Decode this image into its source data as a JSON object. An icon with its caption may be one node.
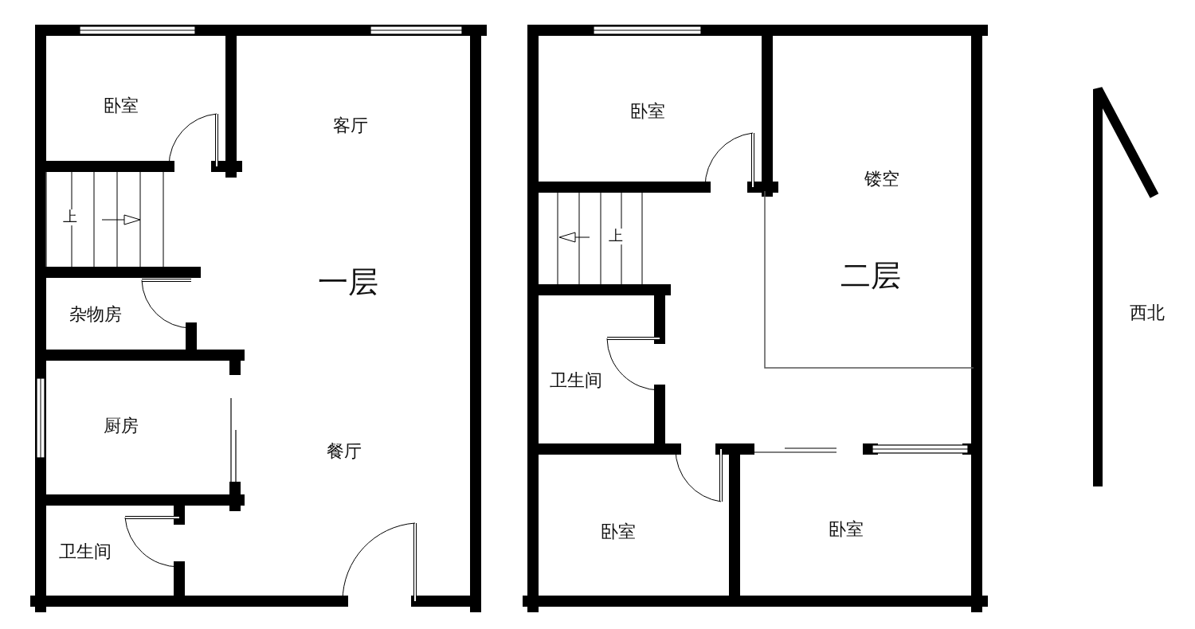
{
  "diagram": {
    "labels": [
      "卧室",
      "客厅",
      "上",
      "一层",
      "杂物房",
      "厨房",
      "餐厅",
      "卫生间",
      "卧室",
      "镂空",
      "上",
      "二层",
      "卫生间",
      "卧室",
      "卧室",
      "西北"
    ]
  }
}
